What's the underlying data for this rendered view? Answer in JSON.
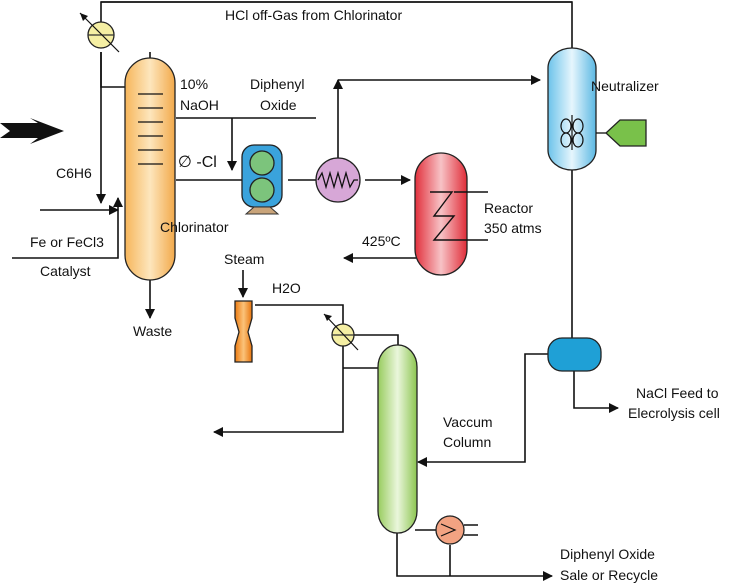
{
  "diagram": {
    "hcl_offgas": "HCl off-Gas from Chlorinator",
    "neutralizer": "Neutralizer",
    "naoh_line1": "10%",
    "naoh_line2": "NaOH",
    "diphenyl_line1": "Diphenyl",
    "diphenyl_line2": "Oxide",
    "phenyl_cl": "∅ -Cl",
    "benzene": "C6H6",
    "catalyst_line1": "Fe or FeCl3",
    "catalyst_line2": "Catalyst",
    "chlorinator": "Chlorinator",
    "reactor_line1": "Reactor",
    "reactor_line2": "350 atms",
    "temperature": "425ºC",
    "steam": "Steam",
    "water": "H2O",
    "waste": "Waste",
    "vacuum_line1": "Vaccum",
    "vacuum_line2": "Column",
    "nacl_line1": "NaCl Feed to",
    "nacl_line2": "Elecrolysis cell",
    "product_line1": "Diphenyl Oxide",
    "product_line2": "Sale or Recycle"
  },
  "colors": {
    "chlorinator": "#f6c170",
    "neutralizer": "#9fd6ef",
    "reactor": "#e8505a",
    "vacuum_column": "#aed67c",
    "mixer_tank": "#3aa3dc",
    "hopper_ball": "#7cc47c",
    "heat_exchanger": "#d7a7d7",
    "valve": "#f5efa3",
    "reboiler": "#f3a382",
    "steam_ejector": "#f08a1e",
    "agitator_motor": "#79c14a"
  }
}
